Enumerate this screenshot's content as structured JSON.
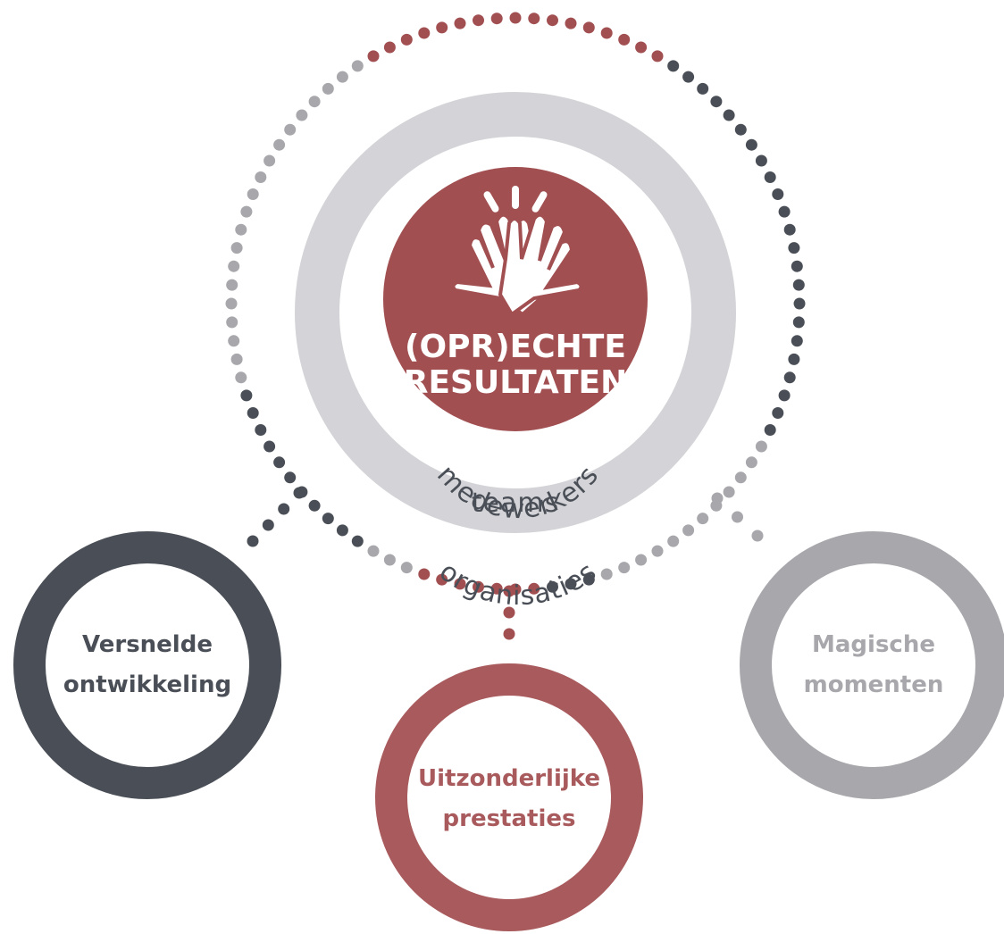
{
  "center": {
    "title_line1": "(OPR)ECHTE",
    "title_line2": "RESULTATEN",
    "icon": "high-five-hands-icon"
  },
  "rings": {
    "inner_label": "medewerkers",
    "middle_label": "teams",
    "outer_label": "organisaties"
  },
  "nodes": [
    {
      "line1": "Versnelde",
      "line2": "ontwikkeling",
      "color": "#4a4f57",
      "text_color": "#4a4f57"
    },
    {
      "line1": "Uitzonderlijke",
      "line2": "prestaties",
      "color": "#a85a5c",
      "text_color": "#a85a5c"
    },
    {
      "line1": "Magische",
      "line2": "momenten",
      "color": "#a7a7ac",
      "text_color": "#a7a7ac"
    }
  ],
  "colors": {
    "red": "#a14f51",
    "dark": "#4a4f57",
    "gray": "#a7a7ac",
    "light_ring": "#d4d4d8"
  }
}
